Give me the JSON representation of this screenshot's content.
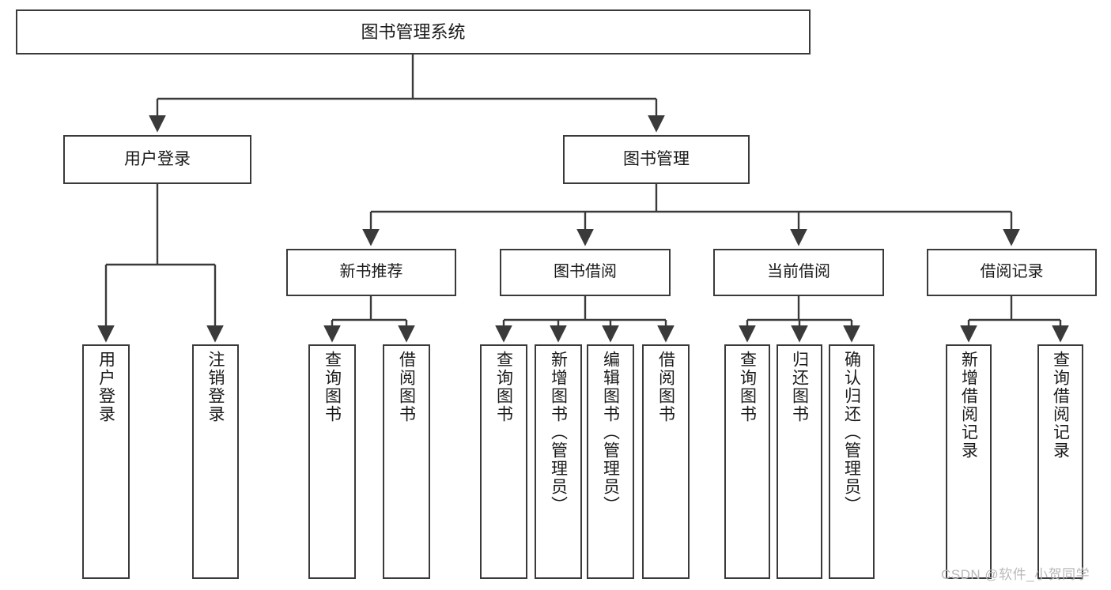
{
  "diagram": {
    "title": "图书管理系统",
    "type": "hierarchy-tree",
    "root": {
      "label": "图书管理系统"
    },
    "level1": [
      {
        "label": "用户登录"
      },
      {
        "label": "图书管理"
      }
    ],
    "level2": [
      {
        "label": "新书推荐"
      },
      {
        "label": "图书借阅"
      },
      {
        "label": "当前借阅"
      },
      {
        "label": "借阅记录"
      }
    ],
    "leaves": [
      {
        "label": "用户登录",
        "parent": "用户登录"
      },
      {
        "label": "注销登录",
        "parent": "用户登录"
      },
      {
        "label": "查询图书",
        "parent": "新书推荐"
      },
      {
        "label": "借阅图书",
        "parent": "新书推荐"
      },
      {
        "label": "查询图书",
        "parent": "图书借阅"
      },
      {
        "label": "新增图书（管理员）",
        "parent": "图书借阅"
      },
      {
        "label": "编辑图书（管理员）",
        "parent": "图书借阅"
      },
      {
        "label": "借阅图书",
        "parent": "图书借阅"
      },
      {
        "label": "查询图书",
        "parent": "当前借阅"
      },
      {
        "label": "归还图书",
        "parent": "当前借阅"
      },
      {
        "label": "确认归还（管理员）",
        "parent": "当前借阅"
      },
      {
        "label": "新增借阅记录",
        "parent": "借阅记录"
      },
      {
        "label": "查询借阅记录",
        "parent": "借阅记录"
      }
    ],
    "watermark": "CSDN @软件_小贺同学",
    "colors": {
      "stroke": "#3a3a3a",
      "fill": "#ffffff",
      "text": "#1a1a1a",
      "watermark": "#b9b9b9"
    }
  }
}
